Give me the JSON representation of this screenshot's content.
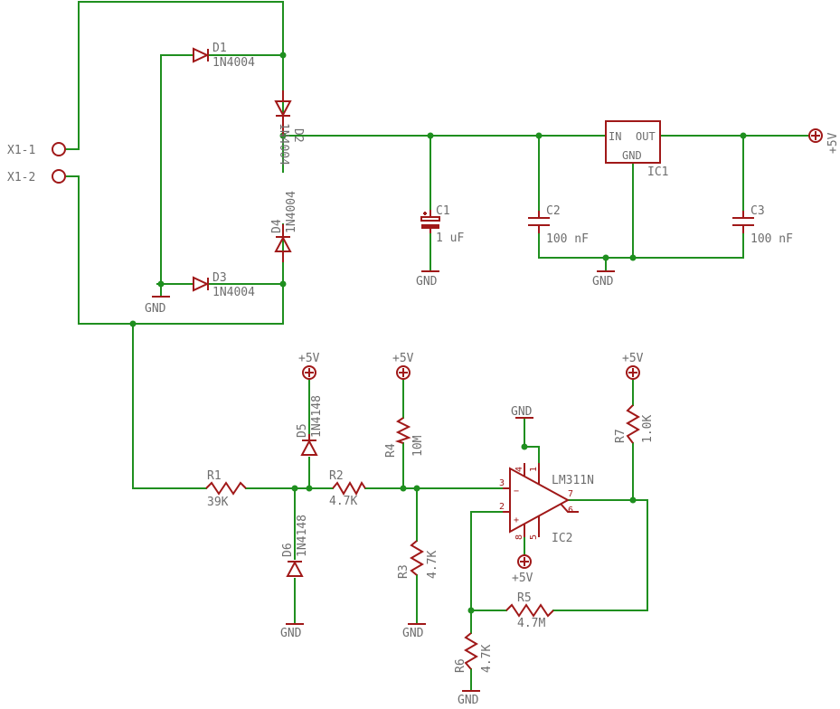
{
  "connector": {
    "pin1": "X1-1",
    "pin2": "X1-2"
  },
  "diodes": {
    "d1": {
      "name": "D1",
      "value": "1N4004"
    },
    "d2": {
      "name": "D2",
      "value": "1N4004"
    },
    "d3": {
      "name": "D3",
      "value": "1N4004"
    },
    "d4": {
      "name": "D4",
      "value": "1N4004"
    },
    "d5": {
      "name": "D5",
      "value": "1N4148"
    },
    "d6": {
      "name": "D6",
      "value": "1N4148"
    }
  },
  "capacitors": {
    "c1": {
      "name": "C1",
      "value": "1 uF"
    },
    "c2": {
      "name": "C2",
      "value": "100 nF"
    },
    "c3": {
      "name": "C3",
      "value": "100 nF"
    }
  },
  "resistors": {
    "r1": {
      "name": "R1",
      "value": "39K"
    },
    "r2": {
      "name": "R2",
      "value": "4.7K"
    },
    "r3": {
      "name": "R3",
      "value": "4.7K"
    },
    "r4": {
      "name": "R4",
      "value": "10M"
    },
    "r5": {
      "name": "R5",
      "value": "4.7M"
    },
    "r6": {
      "name": "R6",
      "value": "4.7K"
    },
    "r7": {
      "name": "R7",
      "value": "1.0K"
    }
  },
  "regulator": {
    "name": "IC1",
    "in": "IN",
    "out": "OUT",
    "gnd": "GND"
  },
  "comparator": {
    "name": "IC2",
    "value": "LM311N",
    "pins": {
      "p1": "1",
      "p2": "2",
      "p3": "3",
      "p4": "4",
      "p5": "5",
      "p6": "6",
      "p7": "7",
      "p8": "8"
    }
  },
  "supply": {
    "plus5v": "+5V",
    "gnd": "GND"
  }
}
